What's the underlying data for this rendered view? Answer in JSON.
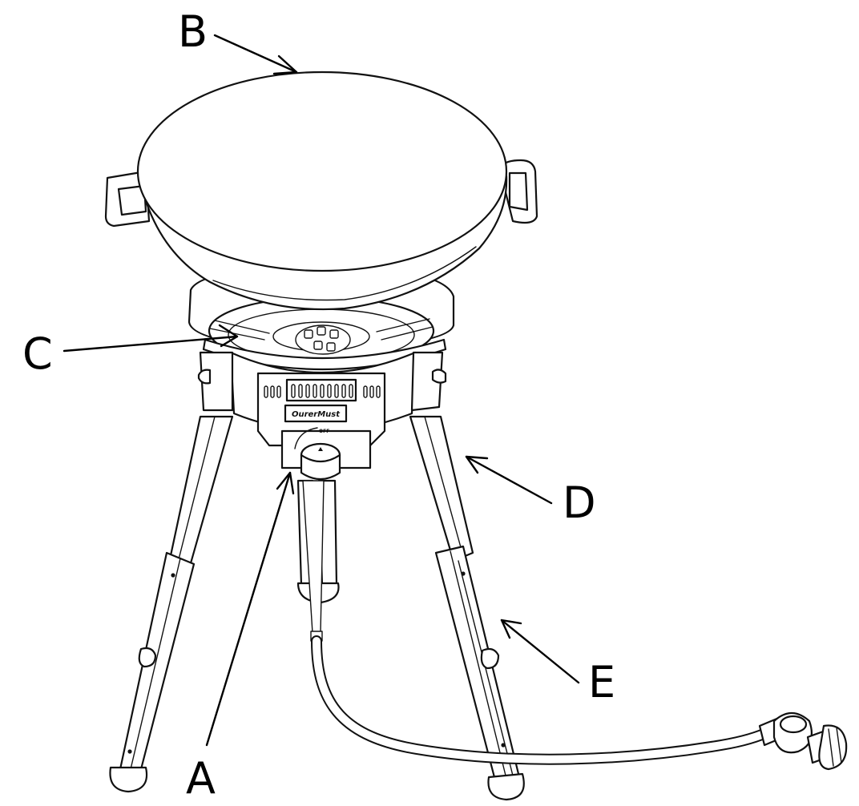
{
  "labels": {
    "a": "A",
    "b": "B",
    "c": "C",
    "d": "D",
    "e": "E"
  },
  "brand": "OurerMust",
  "knob_marking": "OFF"
}
